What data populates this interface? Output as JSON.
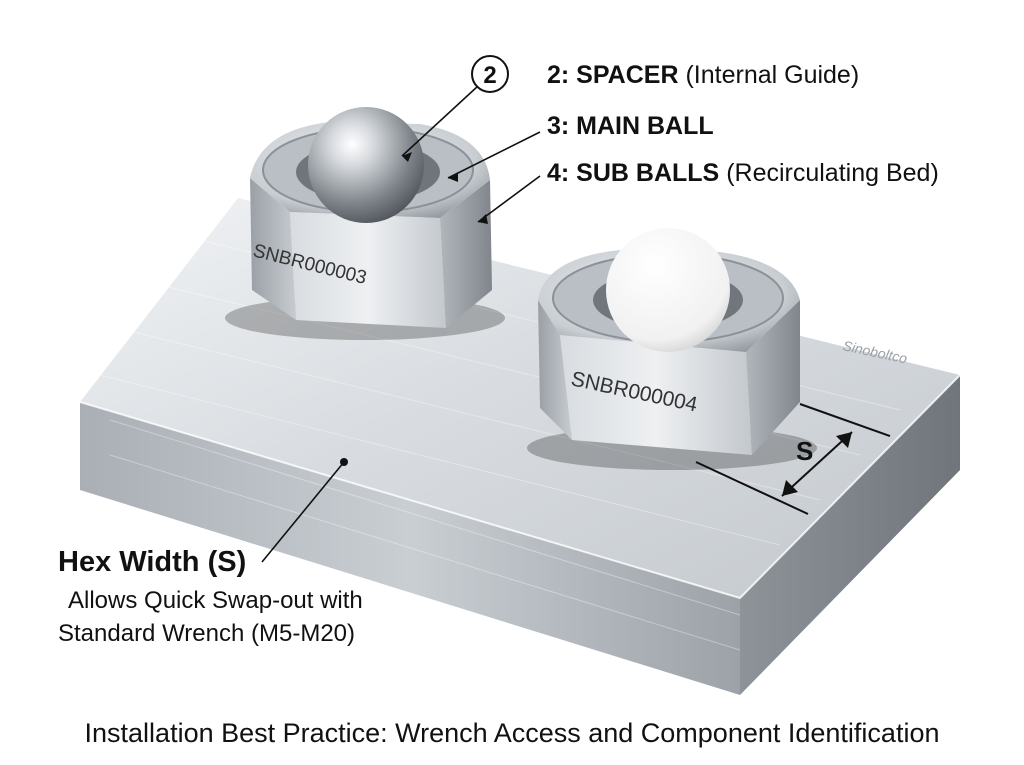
{
  "callouts": {
    "circle_number": "2",
    "items": [
      {
        "id": "2",
        "name": "2: SPACER",
        "detail": "(Internal Guide)"
      },
      {
        "id": "3",
        "name": "3: MAIN BALL",
        "detail": ""
      },
      {
        "id": "4",
        "name": "4: SUB BALLS",
        "detail": "(Recirculating Bed)"
      }
    ]
  },
  "parts": {
    "left_engraving": "SNBR000003",
    "right_engraving": "SNBR000004",
    "brand_mark": "Sinoboltco"
  },
  "dimension": {
    "label": "S"
  },
  "hex_note": {
    "title": "Hex Width (S)",
    "line1": "Allows Quick Swap-out with",
    "line2": "Standard Wrench (M5-M20)"
  },
  "caption": "Installation Best Practice: Wrench Access and Component Identification",
  "colors": {
    "steel_light": "#e6e9ec",
    "steel_mid": "#b8bec4",
    "steel_dark": "#7f868d",
    "ball_white": "#f4f4f4",
    "text": "#111111"
  }
}
